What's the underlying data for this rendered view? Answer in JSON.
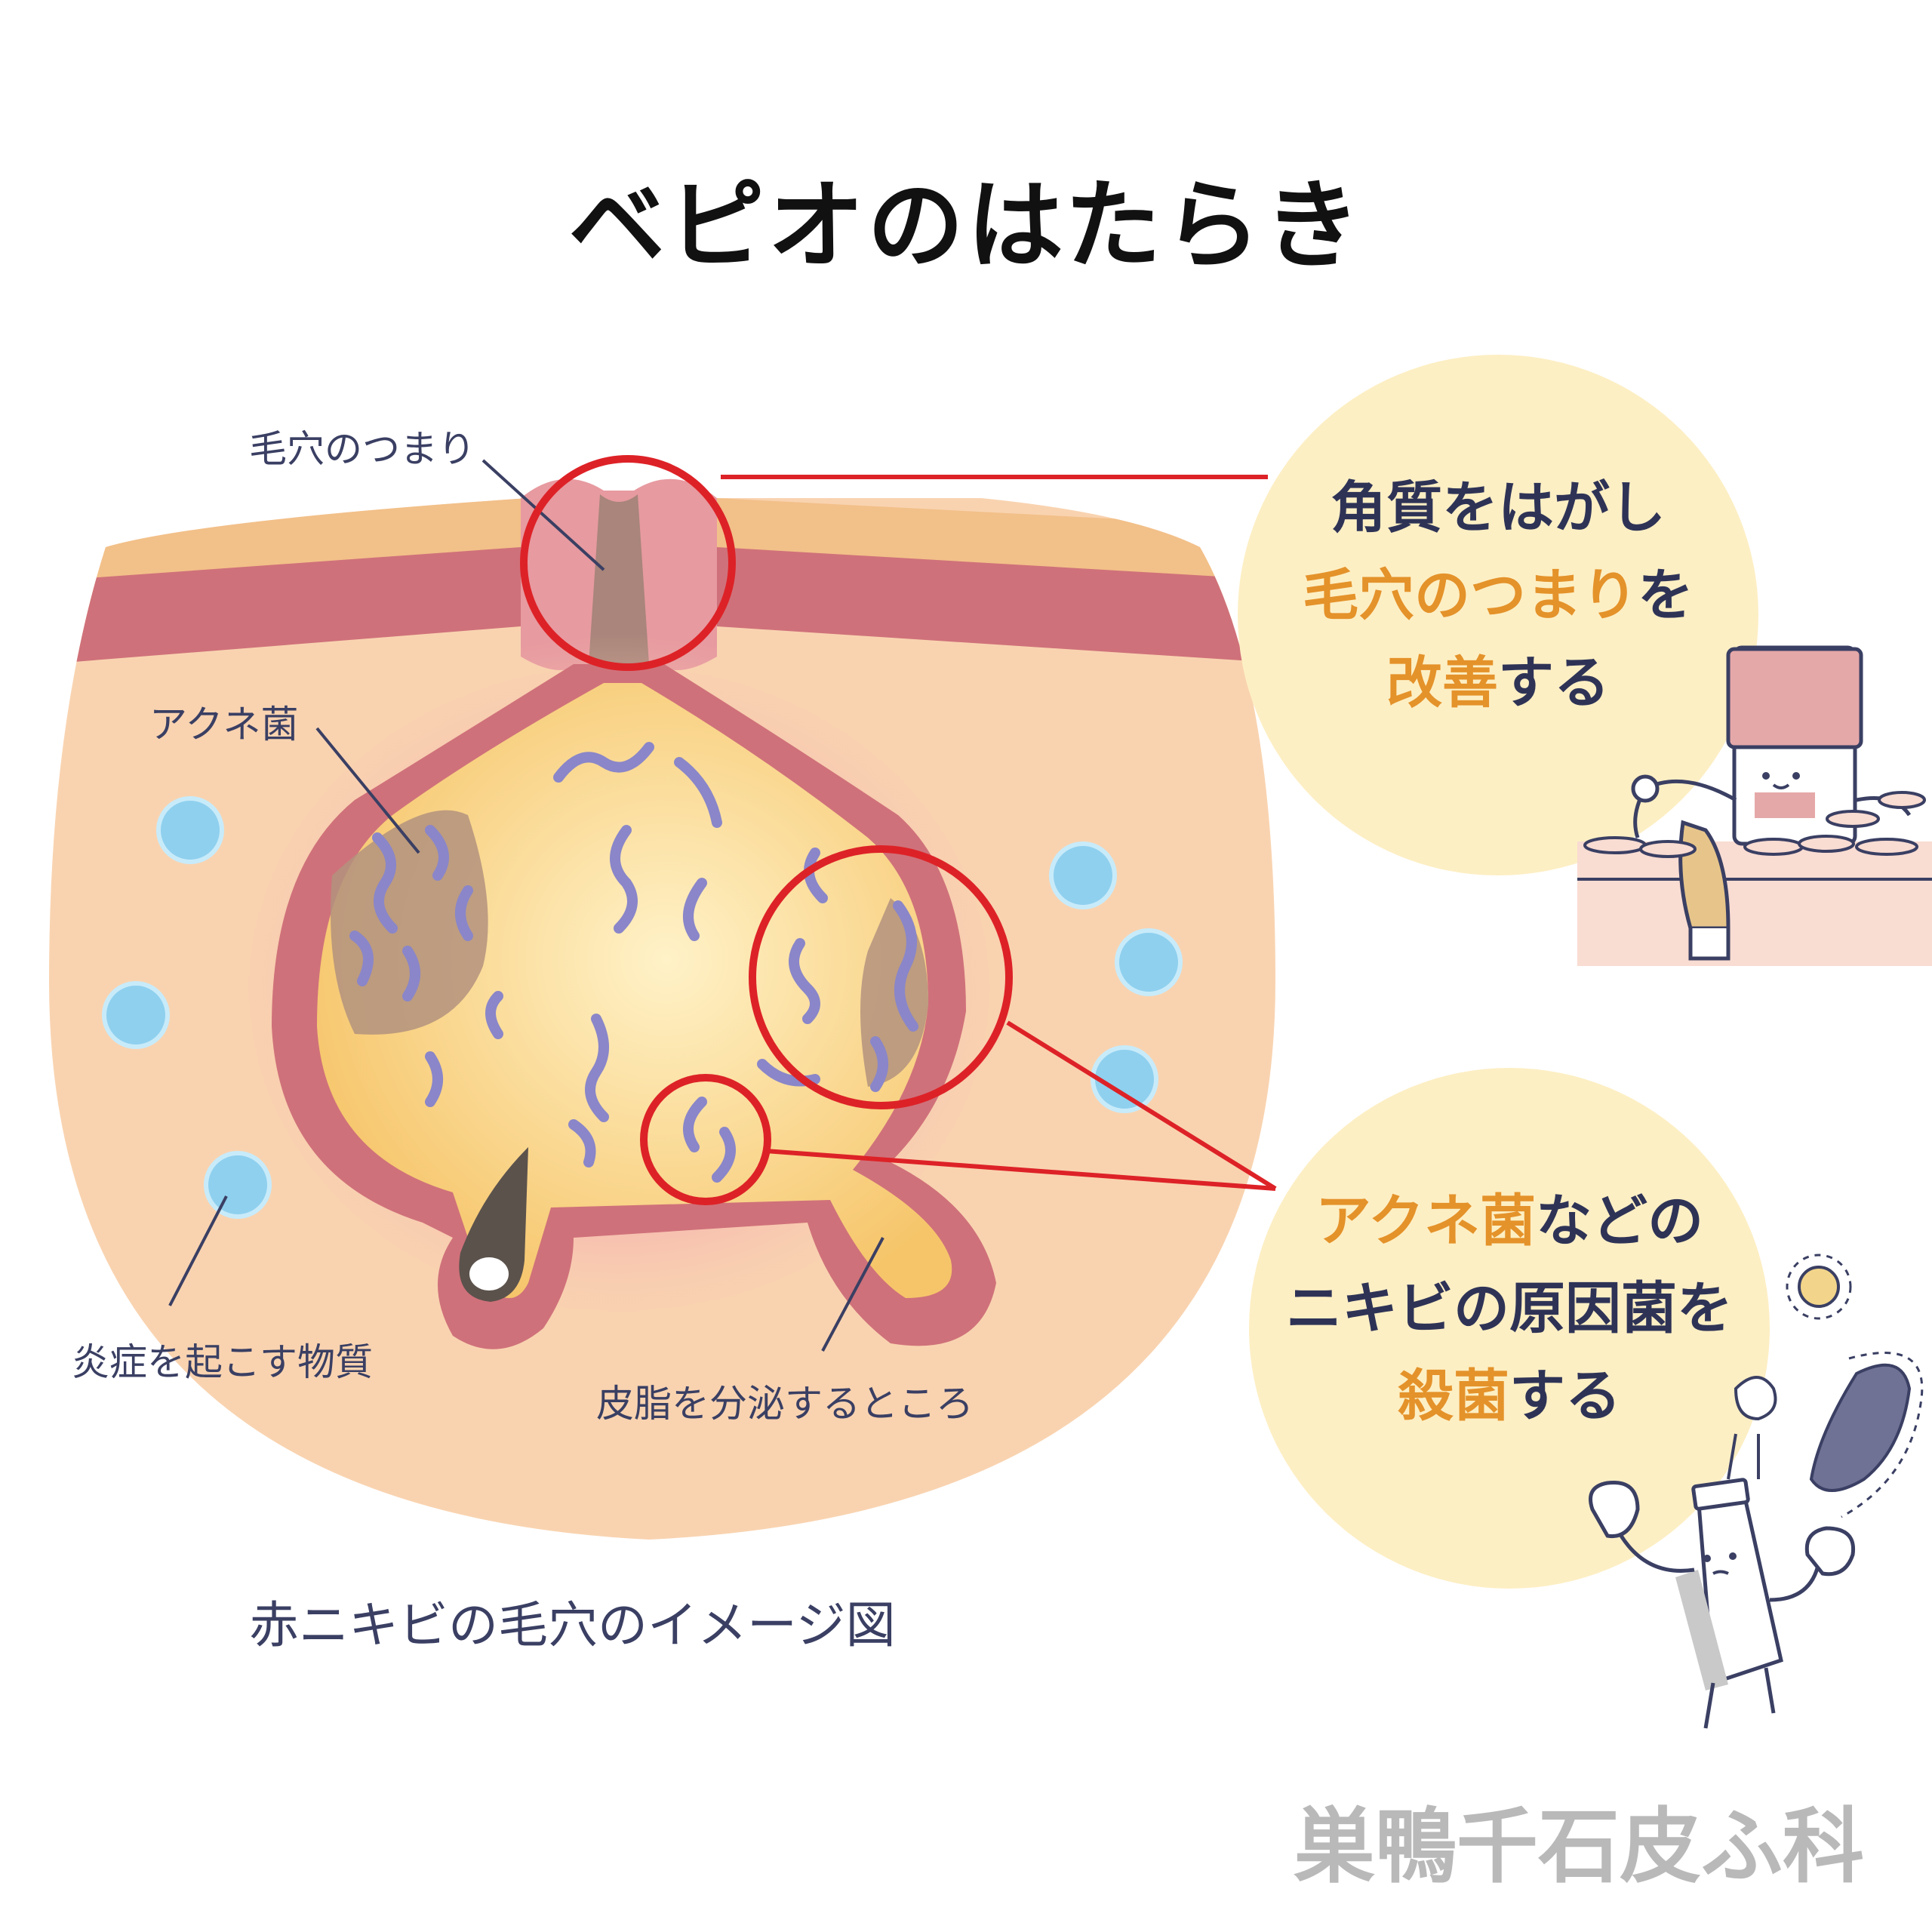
{
  "title": "ベピオのはたらき",
  "labels": {
    "pore_clog": "毛穴のつまり",
    "acne_bacteria": "アクネ菌",
    "inflammatory": "炎症を起こす物質",
    "sebaceous": "皮脂を分泌するところ"
  },
  "caption": "赤ニキビの毛穴のイメージ図",
  "bubble1": {
    "line1": "角質をはがし",
    "line2_highlight": "毛穴のつまり",
    "line2_rest": "を",
    "line3_highlight": "改善",
    "line3_rest": "する"
  },
  "bubble2": {
    "line1_highlight": "アクネ菌",
    "line1_rest": "などの",
    "line2": "ニキビの原因菌を",
    "line3_highlight": "殺菌",
    "line3_rest": "する"
  },
  "watermark": "巣鴨千石皮ふ科",
  "colors": {
    "skin": "#f9d3b0",
    "skin_layer": "#cf717a",
    "sebum": "#f9d47e",
    "bubble": "#fdefc4",
    "highlight": "#e4922a",
    "callout": "#dd2227",
    "bacteria": "#8a86c9",
    "droplet": "#8fd0ee"
  }
}
